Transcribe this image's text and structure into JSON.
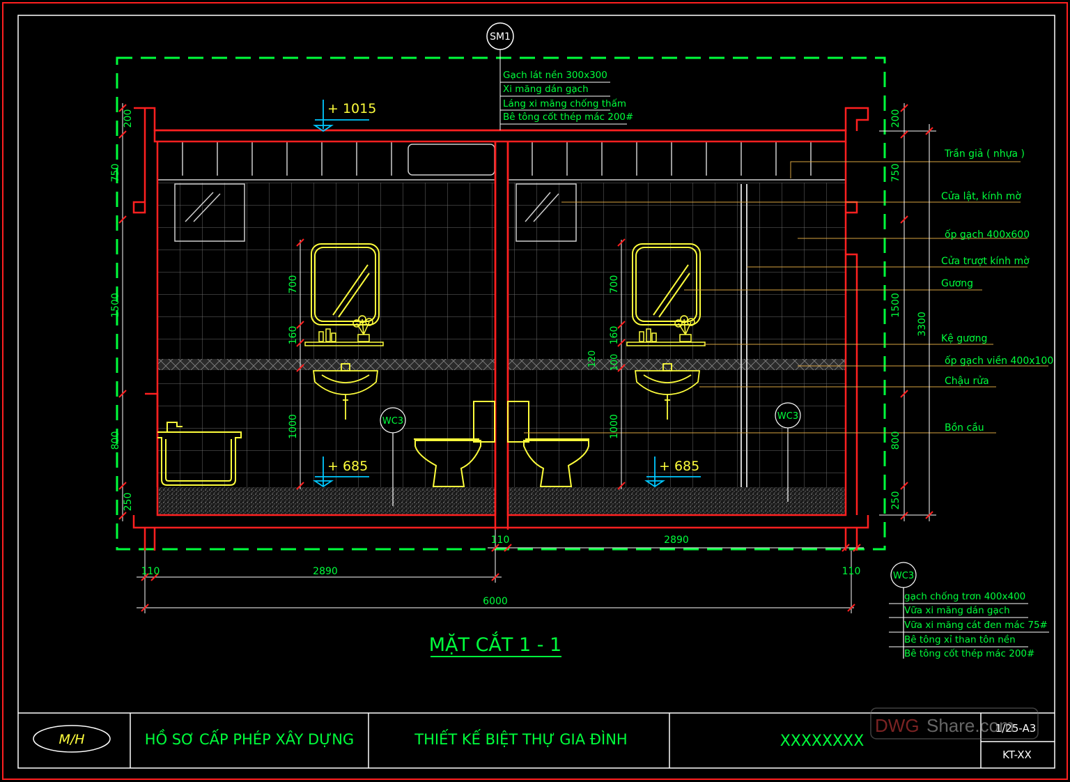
{
  "drawing": {
    "title": "MẶT CẮT 1 - 1",
    "section_tag": "SM1",
    "fixture_tag": "WC3"
  },
  "levels": {
    "top": "+ 1015",
    "left_floor": "+ 685",
    "right_floor": "+ 685"
  },
  "roof_layers": [
    "Gạch lát nền 300x300",
    "Xi măng dán gạch",
    "Láng xi măng chống thấm",
    "Bê tông cốt thép mác 200#"
  ],
  "material_labels": [
    "Trần giả ( nhựa )",
    "Cửa lật, kính mờ",
    "ốp gạch 400x600",
    "Cửa trượt kính mờ",
    "Gương",
    "Kệ gương",
    "ốp gạch viền 400x100",
    "Chậu rửa",
    "Bồn cầu"
  ],
  "floor_layers": [
    "gạch chống trơn 400x400",
    "Vữa xi măng dán gạch",
    "Vữa xi măng cát đen mác 75#",
    "Bê tông xỉ than tôn nền",
    "Bê tông cốt thép mác 200#"
  ],
  "dims": {
    "left_vertical": [
      "200",
      "750",
      "1500",
      "800",
      "250"
    ],
    "right_vertical": [
      "200",
      "750",
      "1500",
      "800",
      "250"
    ],
    "right_total": "3300",
    "fixture_left": [
      "700",
      "160",
      "1000"
    ],
    "fixture_right": [
      "700",
      "160",
      "120",
      "100",
      "1000"
    ],
    "bottom_left_wall": "110",
    "bottom_left_room": "2890",
    "bottom_mid_wall": "110",
    "bottom_right_room": "2890",
    "bottom_right_wall": "110",
    "bottom_total": "6000"
  },
  "title_block": {
    "logo": "M/H",
    "permit": "HỒ SƠ CẤP PHÉP XÂY DỰNG",
    "project": "THIẾT KẾ BIỆT THỰ GIA ĐÌNH",
    "owner": "XXXXXXXX",
    "scale": "1/25-A3",
    "sheet": "KT-XX",
    "watermark_a": "DWG",
    "watermark_b": "Share.com"
  },
  "colors": {
    "frame": "#ff2020",
    "wall": "#ff2020",
    "dim": "#00ff3c",
    "fixture": "#ffff3c",
    "leader": "#d9a441",
    "grid": "#7a7a7a"
  }
}
